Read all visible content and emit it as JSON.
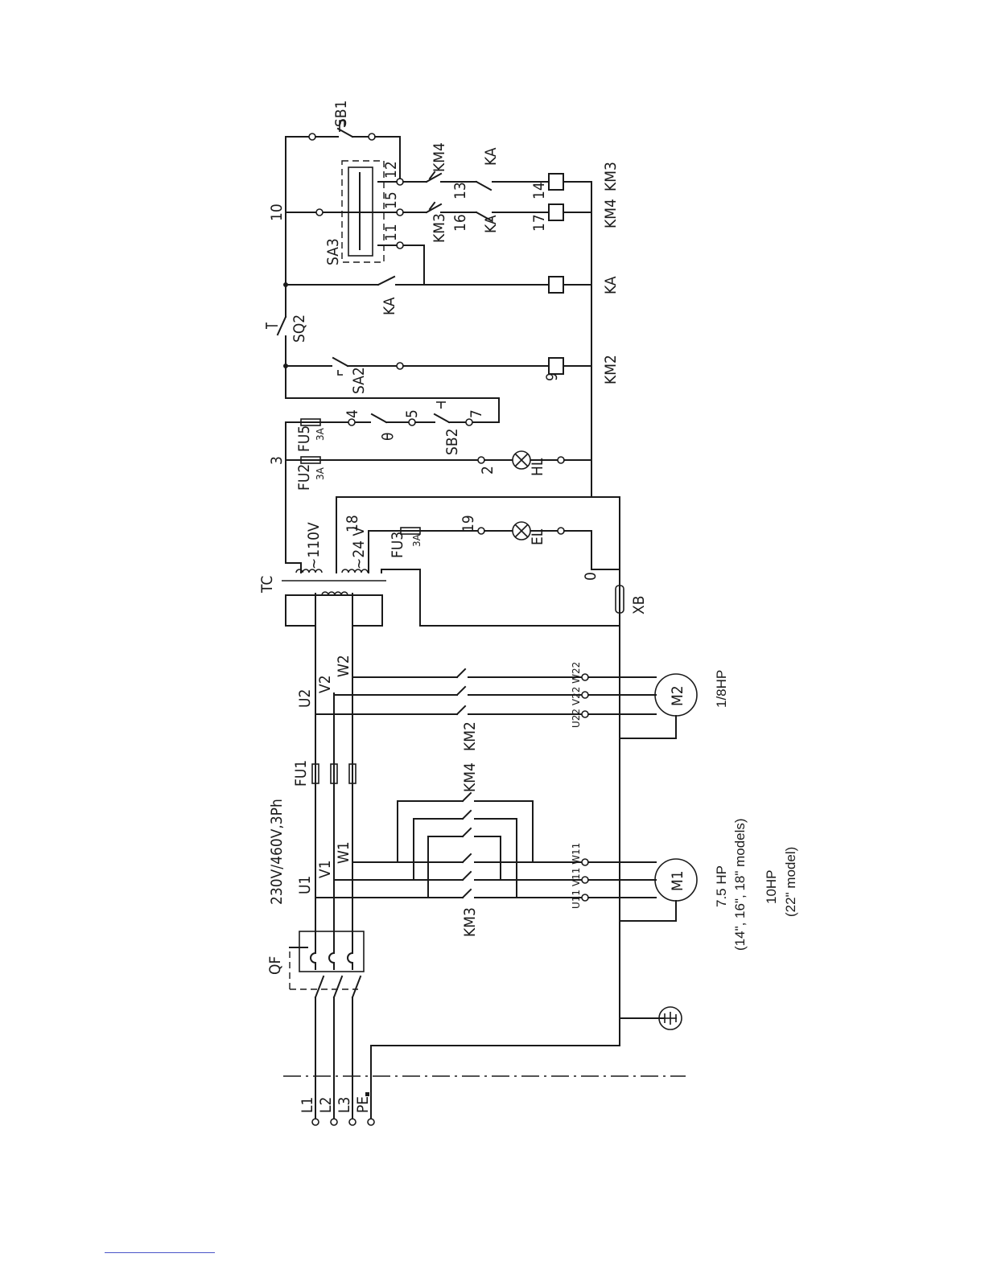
{
  "supply": {
    "voltage": "230V/460V,3Ph",
    "lines": [
      "L1",
      "L2",
      "L3",
      "PE"
    ],
    "breaker": "QF",
    "phases_1": [
      "U1",
      "V1",
      "W1"
    ],
    "phases_2": [
      "U2",
      "V2",
      "W2"
    ],
    "fuse_main": "FU1"
  },
  "motors": {
    "m1": {
      "label": "M1",
      "terminals": "U11 V11 W11",
      "caption_line1": "7.5 HP",
      "caption_line2": "(14\", 16\", 18\" models)",
      "caption_line3": "10HP",
      "caption_line4": "(22\" model)"
    },
    "m2": {
      "label": "M2",
      "terminals": "U22 V22 W22",
      "caption": "1/8HP"
    }
  },
  "contactors": {
    "km2": "KM2",
    "km3": "KM3",
    "km4": "KM4",
    "ka": "KA"
  },
  "transformer": {
    "label": "TC",
    "v110": "~110V",
    "v24": "~24 V",
    "xb": "XB",
    "zero": "0"
  },
  "control": {
    "fu2": "FU2",
    "fu3": "FU3",
    "fu5": "FU5",
    "fuse_rating": "3A",
    "hl": "HL",
    "el": "EL",
    "theta": "θ",
    "sb1": "SB1",
    "sb2": "SB2",
    "sa2": "SA2",
    "sa3": "SA3",
    "sq2": "SQ2",
    "nodes": {
      "n2": "2",
      "n3": "3",
      "n4": "4",
      "n5": "5",
      "n7": "7",
      "n9": "9",
      "n10": "10",
      "n11": "11",
      "n12": "12",
      "n13": "13",
      "n14": "14",
      "n15": "15",
      "n16": "16",
      "n17": "17",
      "n18": "18",
      "n19": "19"
    }
  },
  "coils": {
    "km2": "KM2",
    "ka": "KA",
    "km4": "KM4",
    "km3": "KM3"
  }
}
